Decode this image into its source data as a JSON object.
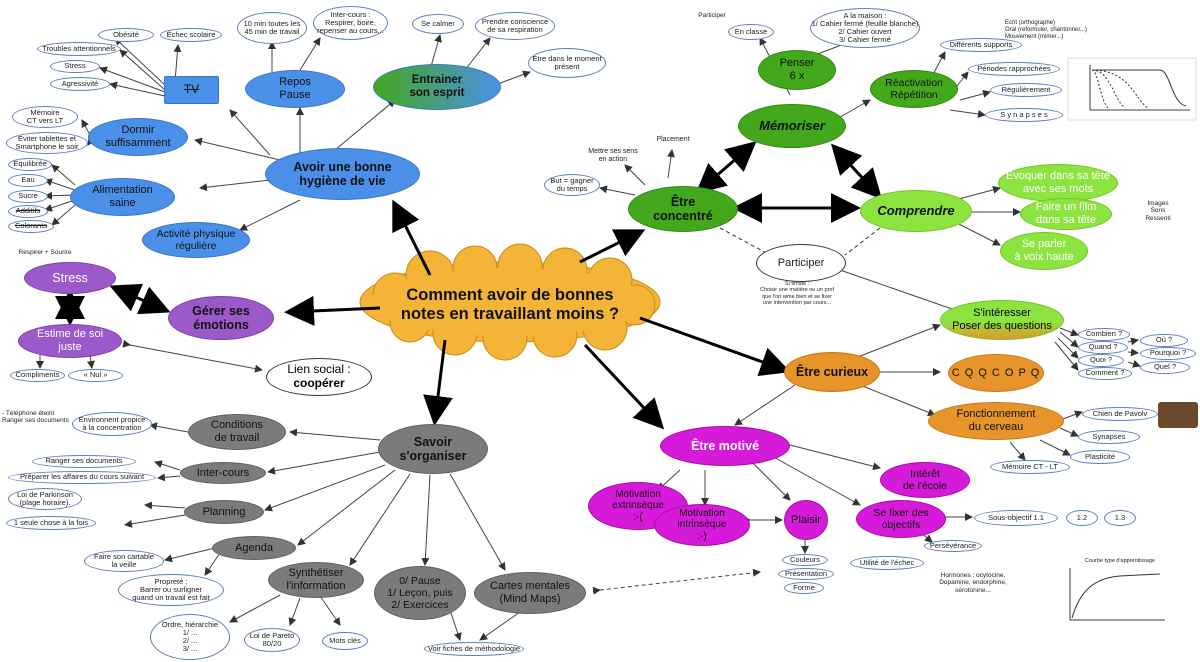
{
  "center": {
    "text": "Comment avoir de bonnes\nnotes en travaillant moins ?"
  },
  "hygiene": {
    "title": "Avoir une bonne\nhygiène de vie",
    "tv": "TV",
    "tv_items": [
      "Obésité",
      "Échec scolaire",
      "Troubles attentionnels",
      "Stress",
      "Agressivité"
    ],
    "repos": "Repos\nPause",
    "repos_notes": [
      "10 min toutes les\n45 min de travail",
      "Inter-cours :\nRespirer, boire,\nrepenser au cours..."
    ],
    "esprit": "Entrainer\nson esprit",
    "esprit_notes": [
      "Se calmer",
      "Prendre conscience\nde sa respiration",
      "Etre dans le moment\nprésent"
    ],
    "dormir": "Dormir\nsuffisamment",
    "dormir_notes": [
      "Mémoire\nCT vers LT",
      "Eviter tablettes et\nSmartphone le soir"
    ],
    "alimentation": "Alimentation\nsaine",
    "alimentation_items": [
      "Equilibrée",
      "Eau",
      "Sucre",
      "Additifs",
      "Colorants"
    ],
    "activite": "Activité physique\nrégulière"
  },
  "emotions": {
    "title": "Gérer ses\némotions",
    "note": "Respirer + Sourire",
    "stress": "Stress",
    "estime": "Estime de soi\njuste",
    "estime_items": [
      "Compliments",
      "« Nul »"
    ],
    "lien": "Lien social :",
    "cooperer": "coopérer"
  },
  "organiser": {
    "title": "Savoir\ns'organiser",
    "conditions": "Conditions\nde travail",
    "conditions_note": "- Téléphone éteint\nRanger ses documents",
    "conditions_leaf": "Environnent propice\nà la concentration",
    "intercours": "Inter-cours",
    "intercours_items": [
      "Ranger ses documents",
      "Préparer les affaires du cours suivant"
    ],
    "planning": "Planning",
    "planning_items": [
      "Loi de Parkinson\n(plage horaire).",
      "1 seule chose à la fois"
    ],
    "agenda": "Agenda",
    "agenda_items": [
      "Faire son cartable\nla veille",
      "Propreté ;\nBarrer ou surligner\nquand un travail est fait"
    ],
    "synthese": "Synthétiser\nl'information",
    "synthese_items": [
      "Ordre, hiérarchie\n1/ ...\n2/ ...\n3/ ...",
      "Loi de Pareto\n80/20",
      "Mots clés"
    ],
    "pause": "0/ Pause\n1/ Leçon, puis\n2/ Exercices",
    "cartes": "Cartes mentales\n(Mind Maps)",
    "fiches": "Voir fiches de méthodologie"
  },
  "concentre": {
    "title": "Être\nconcentré",
    "but": "But = gagner\ndu temps",
    "sens": "Mettre ses sens\nen action",
    "placement": "Placement"
  },
  "memoriser": {
    "title": "Mémoriser",
    "top_note": "Participer",
    "penser": "Penser\n6 x",
    "en_classe": "En classe",
    "maison": "A la maison :\n1/ Cahier fermé (feuille blanche)\n2/ Cahier ouvert\n3/ Cahier fermé",
    "reactivation": "Réactivation\nRépétition",
    "reactivation_items": [
      "Différents supports",
      "Périodes rapprochées",
      "Régulièrement",
      "S y n a p s e s"
    ],
    "ecrit": "Ecrit (orthographe)\nOral (reformuler, chantonner...)\nMouvement (mimer...)"
  },
  "comprendre": {
    "title": "Comprendre",
    "items": [
      "Évoquer dans sa tête\navec ses mots",
      "Faire un film\ndans sa tête",
      "Se parler\nà voix haute"
    ],
    "senses": "Images\nSons\nRessenti"
  },
  "participer": {
    "title": "Participer",
    "note": "Si timide :\nChoisir une matière ou un prof\nque l'on aime bien et se fixer\nune intervention par cours..."
  },
  "curieux": {
    "title": "Être curieux",
    "interesser": "S'intéresser\nPoser des questions",
    "cqqcopq": "C Q Q C O P Q",
    "questions": [
      "Combien ?",
      "Quand ?",
      "Quoi ?",
      "Comment ?",
      "Où ?",
      "Pourquoi ?",
      "Quel ?"
    ],
    "cerveau": "Fonctionnement\ndu cerveau",
    "cerveau_items": [
      "Chien de Pavolv",
      "Synapses",
      "Plasticité",
      "Mémoire CT - LT"
    ]
  },
  "motive": {
    "title": "Être motivé",
    "interet": "Intérêt\nde l'école",
    "extrinseque": "Motivation\nextrinsèque\n:-(",
    "intrinseque": "Motivation\nintrinsèque\n:-)",
    "plaisir": "Plaisir",
    "plaisir_items": [
      "Couleurs",
      "Présentation",
      "Forme"
    ],
    "objectifs": "Se fixer des\nobjectifs",
    "objectifs_items": [
      "Sous-objectif 1.1",
      "1.2",
      "1.3"
    ],
    "perseverance": "Persévérance",
    "echec": "Utilité de l'échec",
    "hormones": "Hormones : ocytocine,\nDopamine, endorphine,\nsérotonine...",
    "courbe_title": "Courbe type d'apprentissage"
  },
  "colors": {
    "blue": "#4a90e8",
    "purple": "#9b59c9",
    "grey": "#7b7b7b",
    "dark_green": "#44a81c",
    "light_green": "#8de33f",
    "orange": "#e7942a",
    "magenta": "#d61ad9",
    "center": "#f3b437"
  }
}
